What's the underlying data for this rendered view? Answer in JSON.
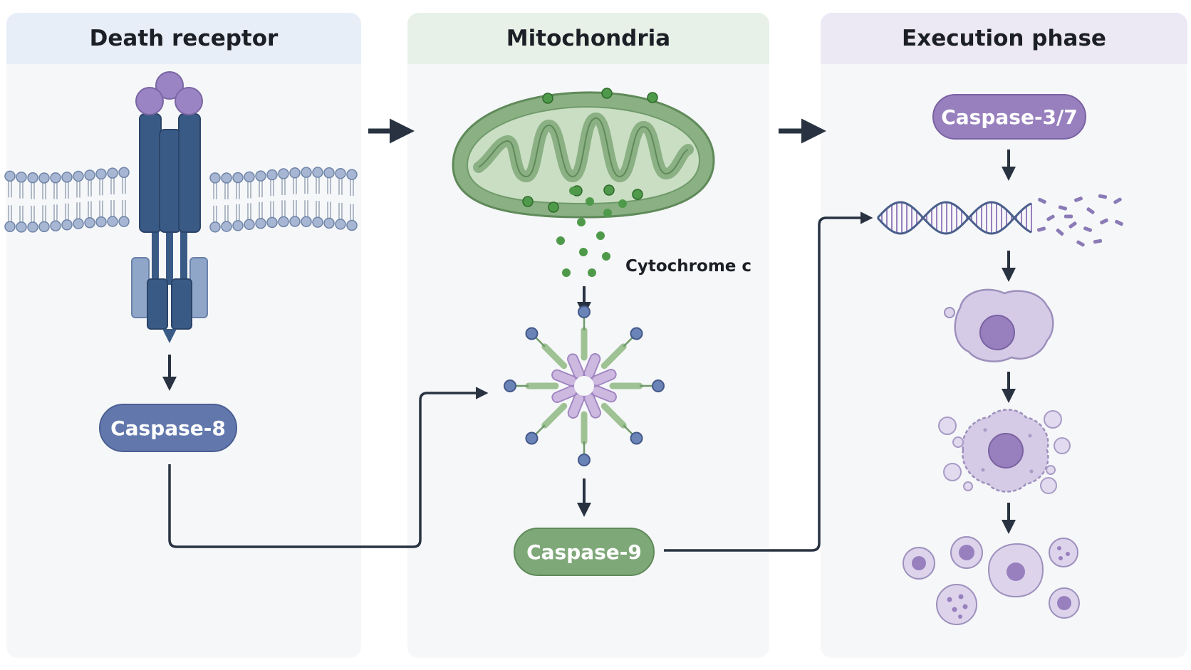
{
  "panels": {
    "death_receptor": {
      "title": "Death receptor",
      "caspase_label": "Caspase-8"
    },
    "mitochondria": {
      "title": "Mitochondria",
      "release_label": "Cytochrome c",
      "caspase_label": "Caspase-9"
    },
    "execution": {
      "title": "Execution phase",
      "caspase_label": "Caspase-3/7"
    }
  },
  "colors": {
    "receptor_blue": "#3a5a86",
    "receptor_light": "#8fa6c9",
    "caspase8": "#6278ad",
    "mito_green": "#8bb084",
    "caspase9": "#7fa879",
    "caspase37": "#9880be",
    "cell_purple": "#d5cbe6",
    "arrow": "#283241"
  },
  "icons": [
    "death-receptor-icon",
    "mitochondrion-icon",
    "apoptosome-icon",
    "dna-fragmentation-icon",
    "cell-shrinkage-icon",
    "membrane-blebbing-icon",
    "apoptotic-bodies-icon"
  ]
}
